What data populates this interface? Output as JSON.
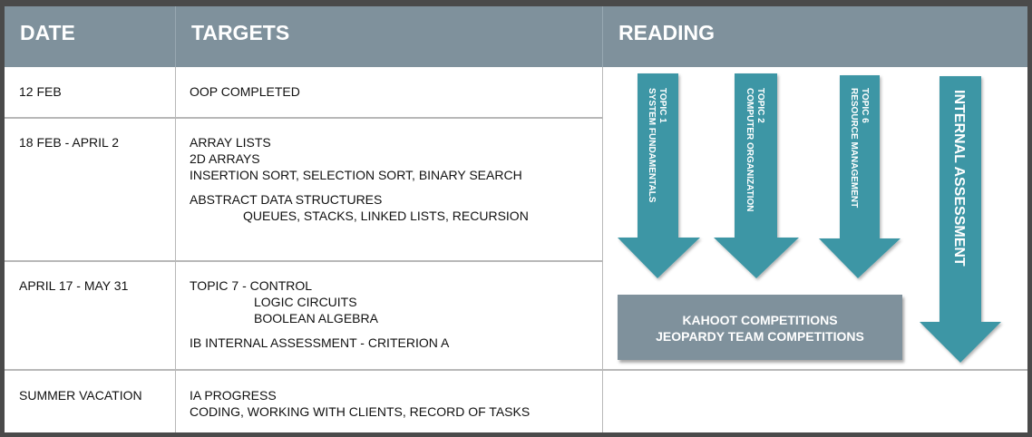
{
  "headers": {
    "date": "DATE",
    "targets": "TARGETS",
    "reading": "READING"
  },
  "rows": [
    {
      "date": "12 FEB",
      "targets": [
        "OOP COMPLETED"
      ]
    },
    {
      "date": "18 FEB - APRIL 2",
      "targets": [
        "ARRAY LISTS",
        "2D ARRAYS",
        "INSERTION SORT, SELECTION SORT, BINARY SEARCH",
        "ABSTRACT DATA STRUCTURES",
        "QUEUES, STACKS, LINKED LISTS, RECURSION"
      ]
    },
    {
      "date": "APRIL 17 - MAY 31",
      "targets": [
        "TOPIC 7 - CONTROL",
        "LOGIC CIRCUITS",
        "BOOLEAN ALGEBRA",
        "IB INTERNAL ASSESSMENT - CRITERION A"
      ]
    },
    {
      "date": "SUMMER VACATION",
      "targets": [
        "IA PROGRESS",
        "CODING, WORKING WITH CLIENTS, RECORD OF TASKS"
      ]
    }
  ],
  "reading": {
    "arrows": [
      {
        "line1": "TOPIC 1",
        "line2": "SYSTEM FUNDAMENTALS"
      },
      {
        "line1": "TOPIC 2",
        "line2": "COMPUTER ORGANIZATION"
      },
      {
        "line1": "TOPIC 6",
        "line2": "RESOURCE MANAGEMENT"
      },
      {
        "line1": "INTERNAL ASSESSMENT"
      }
    ],
    "competitions": {
      "line1": "KAHOOT COMPETITIONS",
      "line2": "JEOPARDY TEAM COMPETITIONS"
    }
  },
  "colors": {
    "header": "#7f919c",
    "arrow": "#3e96a5",
    "background": "#ffffff"
  }
}
